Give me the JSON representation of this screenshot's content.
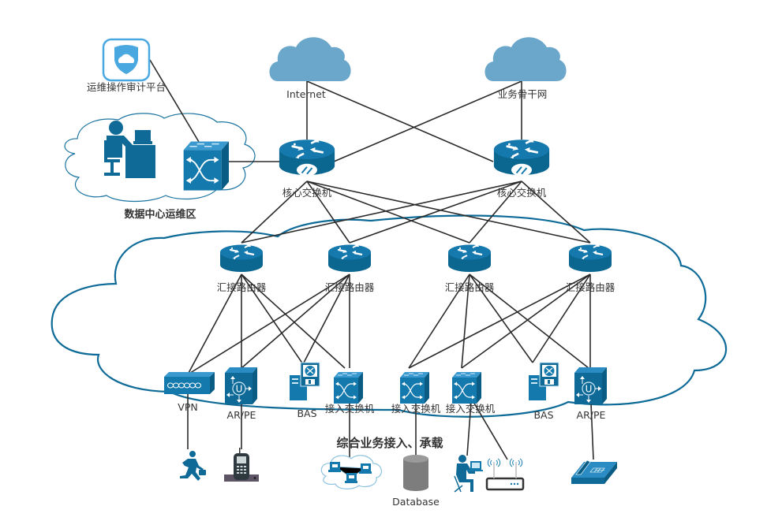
{
  "diagram": {
    "title": "综合业务接入、承载",
    "ops_zone_label": "数据中心运维区",
    "colors": {
      "device_blue": "#0e6b98",
      "device_blue_light": "#1a86bd",
      "sky_cloud": "#6aa7cb",
      "line": "#2b2b2b",
      "cloud_outline": "#0e6b98",
      "database_gray": "#7d7d7d"
    },
    "nodes": {
      "audit_platform": {
        "label": "运维操作审计平台",
        "icon": "shield-cloud-icon"
      },
      "ops_workstation": {
        "icon": "operator-desk-icon"
      },
      "ops_switch": {
        "icon": "layer3-switch-icon"
      },
      "internet": {
        "label": "Internet",
        "icon": "cloud-icon"
      },
      "backbone": {
        "label": "业务骨干网",
        "icon": "cloud-icon"
      },
      "core1": {
        "label": "核心交换机",
        "icon": "core-router-icon"
      },
      "core2": {
        "label": "核心交换机",
        "icon": "core-router-icon"
      },
      "agg1": {
        "label": "汇接路由器",
        "icon": "router-icon"
      },
      "agg2": {
        "label": "汇接路由器",
        "icon": "router-icon"
      },
      "agg3": {
        "label": "汇接路由器",
        "icon": "router-icon"
      },
      "agg4": {
        "label": "汇接路由器",
        "icon": "router-icon"
      },
      "vpn": {
        "label": "VPN",
        "icon": "vpn-concentrator-icon"
      },
      "arpe1": {
        "label": "AR/PE",
        "icon": "access-router-icon"
      },
      "bas1": {
        "label": "BAS",
        "icon": "server-icon"
      },
      "acc1": {
        "label": "接入交换机",
        "icon": "switch-icon"
      },
      "acc2": {
        "label": "接入交换机",
        "icon": "switch-icon"
      },
      "acc3": {
        "label": "接入交换机",
        "icon": "switch-icon"
      },
      "bas2": {
        "label": "BAS",
        "icon": "server-icon"
      },
      "arpe2": {
        "label": "AR/PE",
        "icon": "access-router-icon"
      },
      "mobile_user": {
        "icon": "running-man-icon"
      },
      "phone_base": {
        "icon": "cordless-phone-icon"
      },
      "pc_cloud": {
        "icon": "pc-network-icon"
      },
      "database": {
        "label": "Database",
        "icon": "database-icon"
      },
      "office_user": {
        "icon": "user-workstation-icon"
      },
      "wifi_router": {
        "icon": "wireless-router-icon"
      },
      "telephone": {
        "icon": "telephone-icon"
      }
    },
    "links": [
      [
        "audit_platform",
        "ops_switch"
      ],
      [
        "ops_switch",
        "core1"
      ],
      [
        "internet",
        "core1"
      ],
      [
        "internet",
        "core2"
      ],
      [
        "backbone",
        "core1"
      ],
      [
        "backbone",
        "core2"
      ],
      [
        "core1",
        "agg1"
      ],
      [
        "core1",
        "agg2"
      ],
      [
        "core1",
        "agg3"
      ],
      [
        "core1",
        "agg4"
      ],
      [
        "core2",
        "agg1"
      ],
      [
        "core2",
        "agg2"
      ],
      [
        "core2",
        "agg3"
      ],
      [
        "core2",
        "agg4"
      ],
      [
        "agg1",
        "vpn"
      ],
      [
        "agg1",
        "arpe1"
      ],
      [
        "agg1",
        "bas1"
      ],
      [
        "agg1",
        "acc1"
      ],
      [
        "agg2",
        "vpn"
      ],
      [
        "agg2",
        "arpe1"
      ],
      [
        "agg2",
        "bas1"
      ],
      [
        "agg2",
        "acc1"
      ],
      [
        "agg3",
        "acc2"
      ],
      [
        "agg3",
        "acc3"
      ],
      [
        "agg3",
        "bas2"
      ],
      [
        "agg3",
        "arpe2"
      ],
      [
        "agg4",
        "acc2"
      ],
      [
        "agg4",
        "acc3"
      ],
      [
        "agg4",
        "bas2"
      ],
      [
        "agg4",
        "arpe2"
      ],
      [
        "vpn",
        "mobile_user"
      ],
      [
        "arpe1",
        "phone_base"
      ],
      [
        "acc1",
        "pc_cloud"
      ],
      [
        "acc2",
        "database"
      ],
      [
        "acc3",
        "office_user"
      ],
      [
        "acc3",
        "wifi_router"
      ],
      [
        "arpe2",
        "telephone"
      ]
    ]
  }
}
